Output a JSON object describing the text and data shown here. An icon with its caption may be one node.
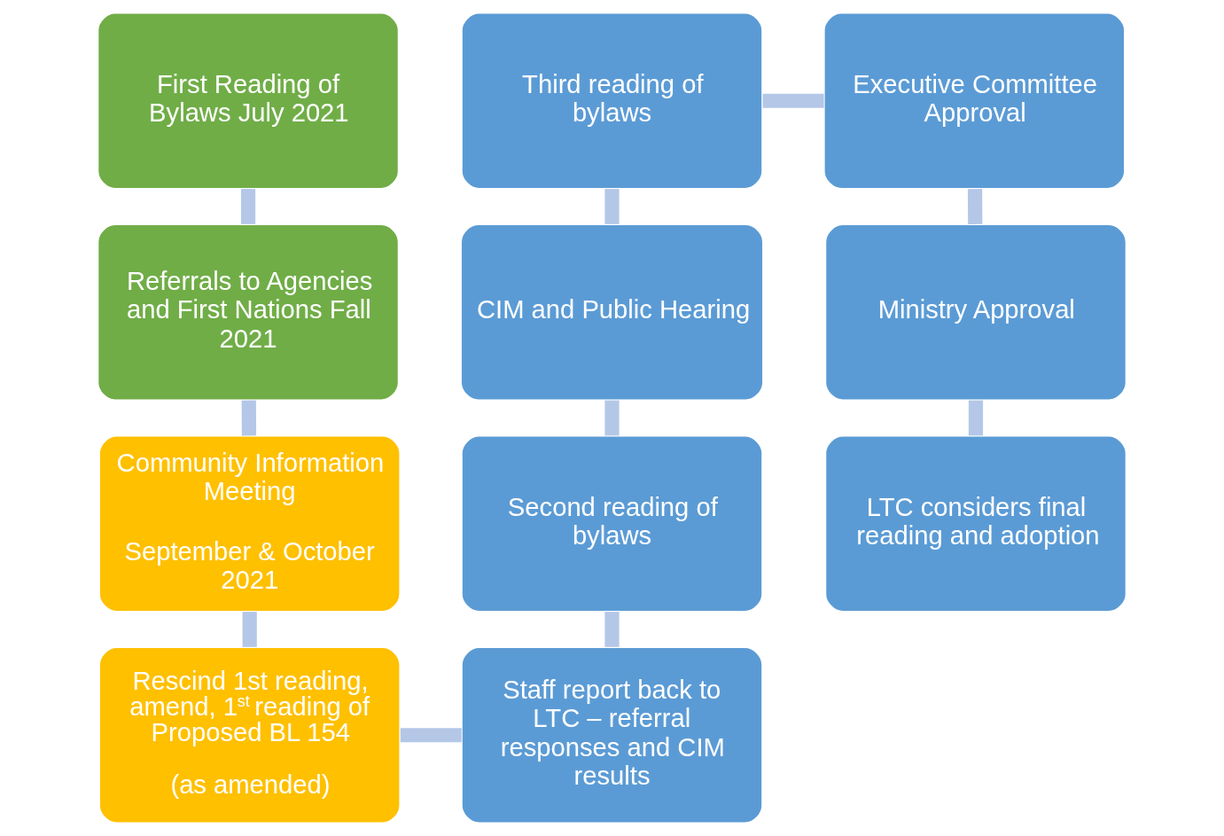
{
  "diagram": {
    "nodes": [
      {
        "text": [
          "First Reading of Bylaws July 2021"
        ]
      },
      {
        "text": [
          "Referrals to Agencies and First Nations Fall 2021"
        ]
      },
      {
        "text": [
          "Community Information Meeting",
          "September & October 2021"
        ]
      },
      {
        "text": [
          "Rescind 1st reading, amend, 1$^{st}$ reading of Proposed BL 154",
          "(as amended)"
        ]
      },
      {
        "text": [
          "Staff report back to LTC – referral responses and CIM results"
        ]
      },
      {
        "text": [
          "Second reading of bylaws"
        ]
      },
      {
        "text": [
          "CIM and Public Hearing"
        ]
      },
      {
        "text": [
          "Third reading of bylaws"
        ]
      },
      {
        "text": [
          "Executive Committee Approval"
        ]
      },
      {
        "text": [
          "Ministry Approval"
        ]
      },
      {
        "text": [
          "LTC considers final reading and adoption"
        ]
      }
    ],
    "edges": [
      {
        "from": 0,
        "to": 1,
        "arrow": "none"
      },
      {
        "from": 1,
        "to": 2,
        "arrow": "none"
      },
      {
        "from": 2,
        "to": 3,
        "arrow": "none"
      },
      {
        "from": 3,
        "to": 4,
        "arrow": "none"
      },
      {
        "from": 5,
        "to": 4,
        "arrow": "none"
      },
      {
        "from": 6,
        "to": 5,
        "arrow": "none"
      },
      {
        "from": 7,
        "to": 6,
        "arrow": "none"
      },
      {
        "from": 7,
        "to": 8,
        "arrow": "none"
      },
      {
        "from": 8,
        "to": 9,
        "arrow": "none"
      },
      {
        "from": 9,
        "to": 10,
        "arrow": "none"
      }
    ]
  }
}
